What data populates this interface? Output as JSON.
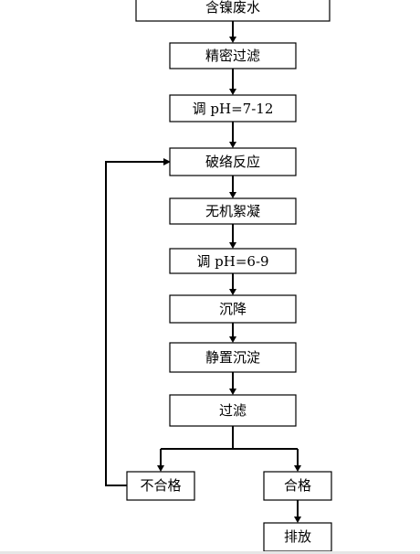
{
  "diagram": {
    "nodes": {
      "wastewater": "含镍废水",
      "precision_filter": "精密过滤",
      "adjust_ph_1": "调 pH=7-12",
      "complex_breaking": "破络反应",
      "inorganic_flocculation": "无机絮凝",
      "adjust_ph_2": "调 pH=6-9",
      "settling": "沉降",
      "static_settling": "静置沉淀",
      "filtration": "过滤",
      "unqualified": "不合格",
      "qualified": "合格",
      "discharge": "排放"
    }
  }
}
